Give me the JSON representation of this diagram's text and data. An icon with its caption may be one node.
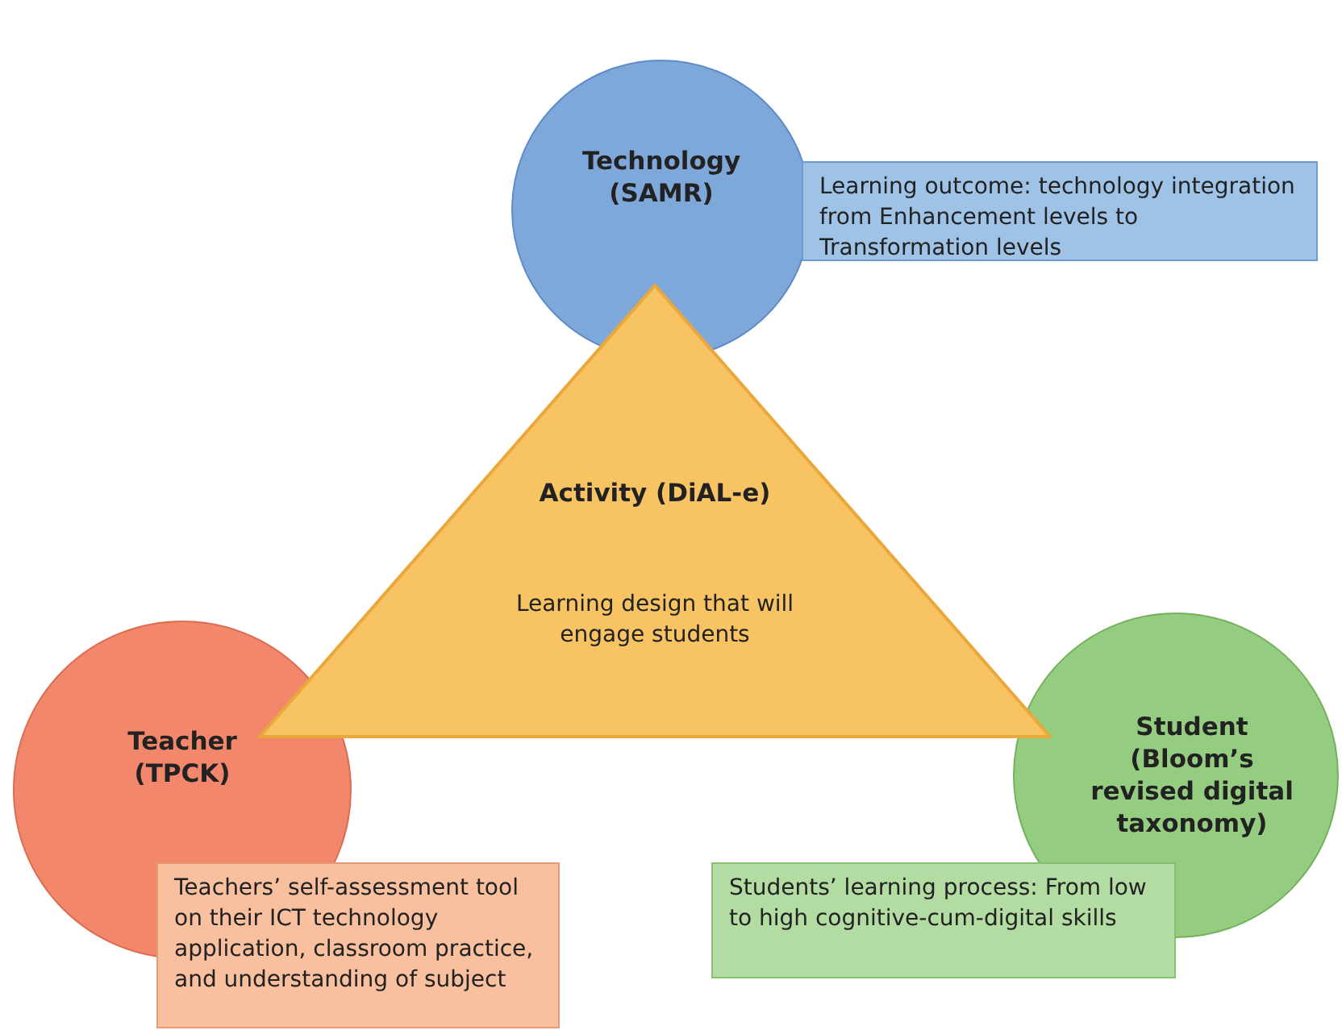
{
  "diagram": {
    "nodes": [
      {
        "text": [
          "Technology (SAMR)"
        ]
      },
      {
        "text": [
          "Learning outcome: technology integration from Enhancement levels to Transformation levels"
        ]
      },
      {
        "text": [
          "Activity (DiAL-e)",
          "Learning design that will engage students"
        ]
      },
      {
        "text": [
          "Teacher (TPCK)"
        ]
      },
      {
        "text": [
          "Student (Bloom’s revised digital taxonomy)"
        ]
      },
      {
        "text": [
          "Teachers’ self-assessment tool on their ICT technology application, classroom practice, and understanding of subject"
        ]
      },
      {
        "text": [
          "Students’ learning process: From low to high cognitive-cum-digital skills"
        ]
      }
    ]
  }
}
